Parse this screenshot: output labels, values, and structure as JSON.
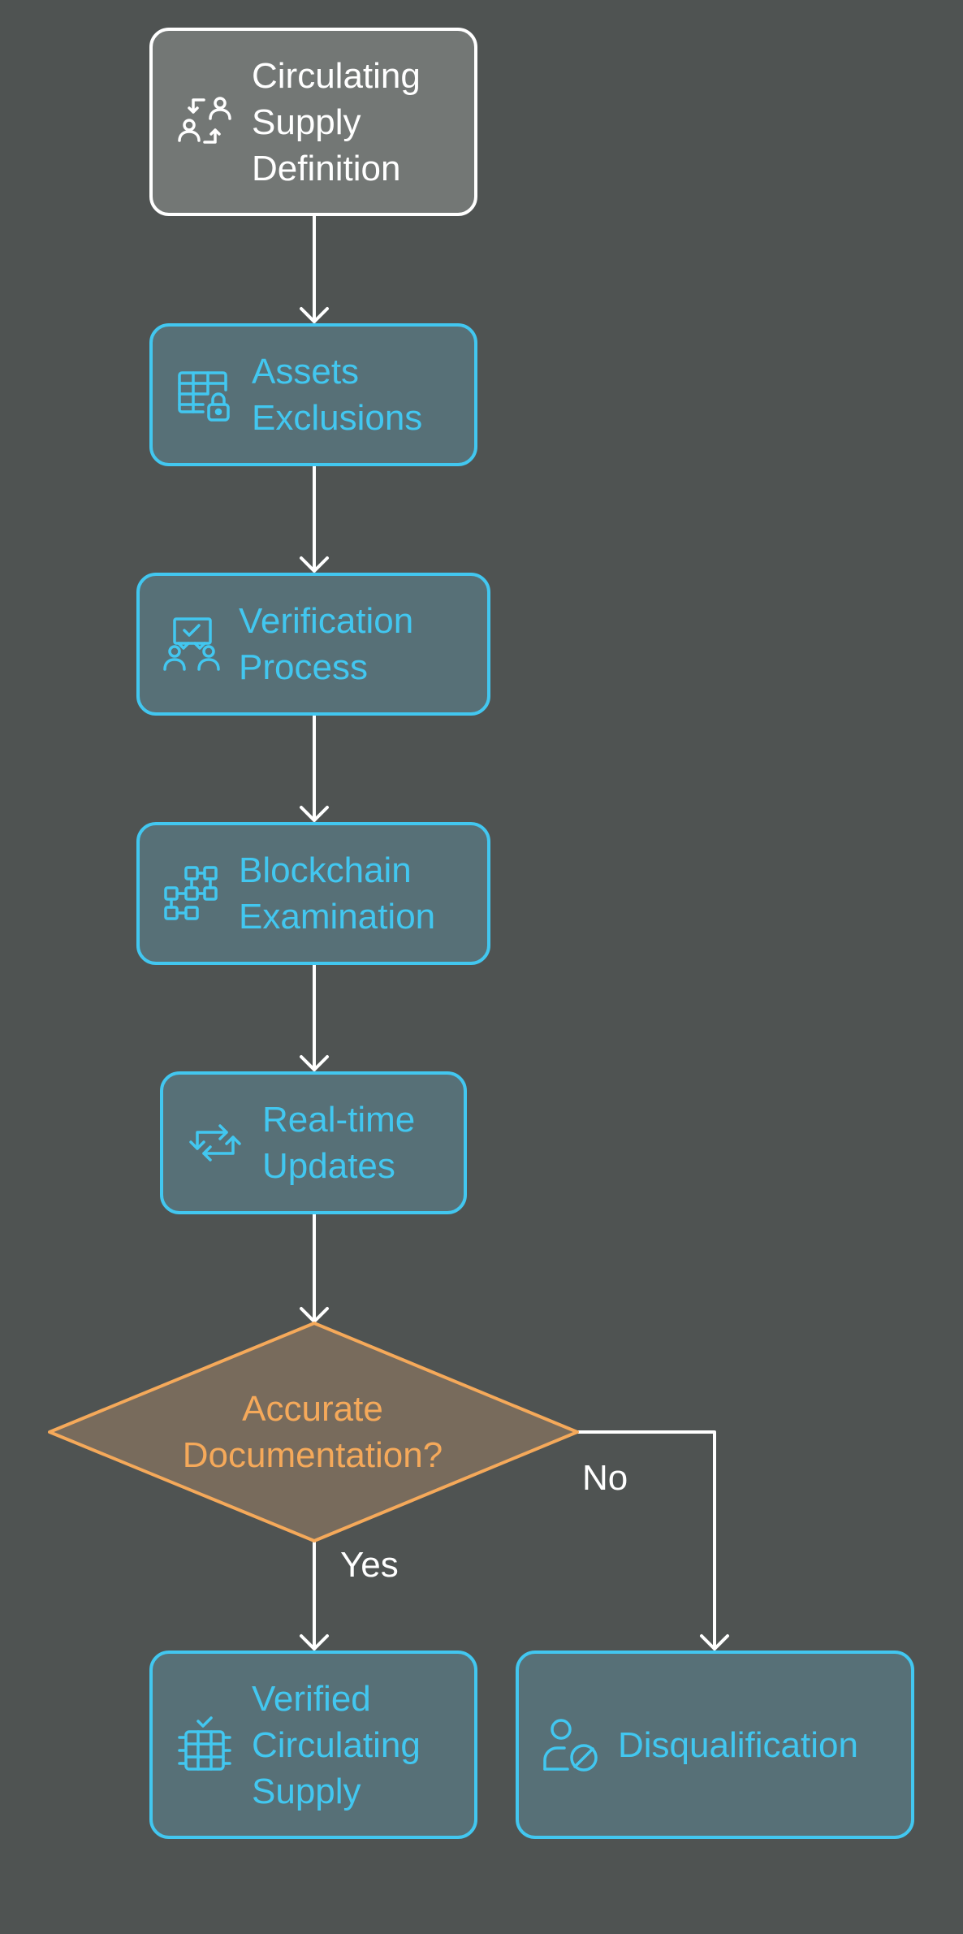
{
  "nodes": {
    "start": {
      "label": "Circulating\nSupply\nDefinition",
      "icon": "swap-users-icon"
    },
    "assets": {
      "label": "Assets\nExclusions",
      "icon": "locked-table-icon"
    },
    "verification": {
      "label": "Verification\nProcess",
      "icon": "presentation-users-icon"
    },
    "blockchain": {
      "label": "Blockchain\nExamination",
      "icon": "block-grid-icon"
    },
    "realtime": {
      "label": "Real-time\nUpdates",
      "icon": "repeat-icon"
    },
    "decision": {
      "label": "Accurate\nDocumentation?"
    },
    "verified": {
      "label": "Verified\nCirculating\nSupply",
      "icon": "verified-stack-icon"
    },
    "disqualification": {
      "label": "Disqualification",
      "icon": "user-blocked-icon"
    }
  },
  "edges": {
    "yes_label": "Yes",
    "no_label": "No"
  },
  "colors": {
    "background": "#4f5352",
    "accent": "#42c7f0",
    "decision": "#f5a95a",
    "start_fill": "#737775",
    "node_fill": "#577077",
    "decision_fill": "#786b5c",
    "edge": "#ffffff"
  }
}
